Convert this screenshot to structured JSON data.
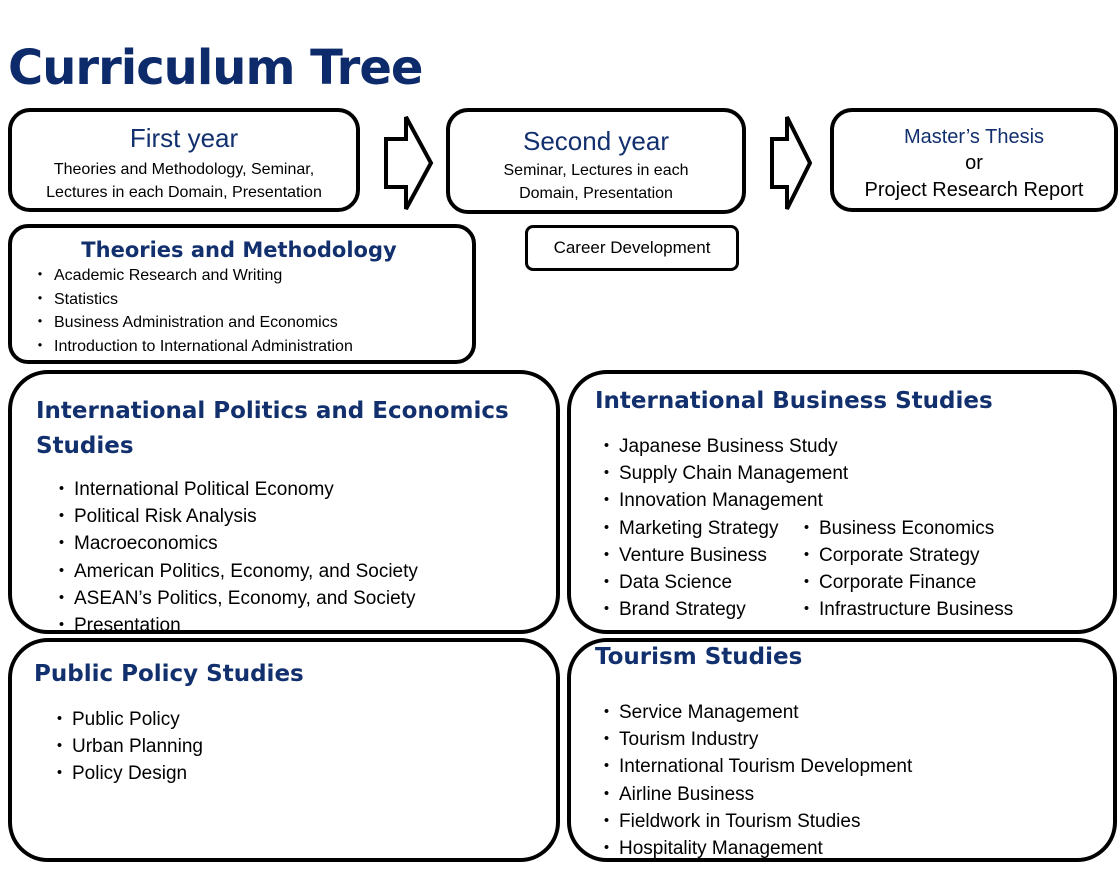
{
  "title": "Curriculum Tree",
  "first_year": {
    "heading": "First year",
    "desc_line1": "Theories and Methodology, Seminar,",
    "desc_line2": "Lectures in each Domain, Presentation"
  },
  "second_year": {
    "heading": "Second year",
    "desc_line1": "Seminar, Lectures in each",
    "desc_line2": "Domain, Presentation"
  },
  "final": {
    "line1": "Master’s Thesis",
    "line2": "or",
    "line3": "Project Research Report"
  },
  "career": "Career Development",
  "theories": {
    "heading": "Theories and Methodology",
    "items": [
      "Academic Research and Writing",
      "Statistics",
      "Business Administration and Economics",
      "Introduction to International Administration"
    ]
  },
  "ipe": {
    "heading_line1": "International Politics and Economics",
    "heading_line2": "Studies",
    "items": [
      "International Political Economy",
      "Political Risk Analysis",
      "Macroeconomics",
      "American Politics, Economy, and Society",
      "ASEAN’s Politics, Economy, and Society",
      "Presentation"
    ]
  },
  "ibs": {
    "heading": "International Business Studies",
    "items_left": [
      "Japanese Business Study",
      "Supply Chain Management",
      "Innovation Management",
      "Marketing Strategy",
      "Venture Business",
      "Data Science",
      "Brand Strategy"
    ],
    "items_right": [
      "Business Economics",
      "Corporate Strategy",
      "Corporate Finance",
      "Infrastructure Business"
    ]
  },
  "pps": {
    "heading": "Public Policy Studies",
    "items": [
      "Public Policy",
      "Urban Planning",
      "Policy Design"
    ]
  },
  "tourism": {
    "heading": "Tourism Studies",
    "items": [
      "Service Management",
      "Tourism Industry",
      "International Tourism Development",
      "Airline Business",
      "Fieldwork in Tourism Studies",
      "Hospitality Management"
    ]
  },
  "colors": {
    "heading": "#12306e",
    "title": "#0d2a6b",
    "border": "#000000"
  },
  "icons": [
    "right-arrow-icon",
    "right-arrow-icon"
  ]
}
